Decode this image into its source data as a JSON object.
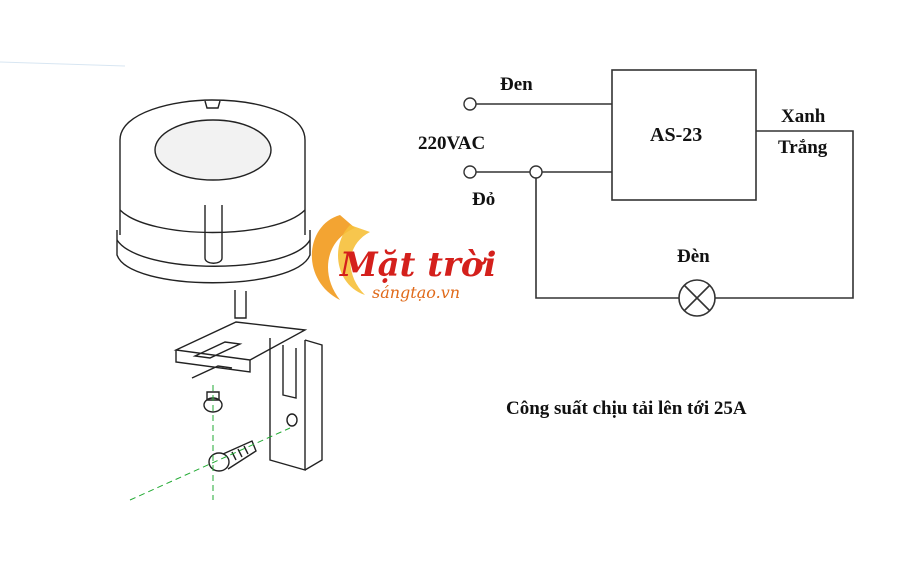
{
  "diagram": {
    "labels": {
      "black_wire": "Đen",
      "voltage": "220VAC",
      "red_wire": "Đỏ",
      "device": "AS-23",
      "blue_wire": "Xanh",
      "white_wire": "Trắng",
      "lamp": "Đèn",
      "caption": "Công suất chịu tải lên tới 25A"
    },
    "logo": {
      "main": "Mặt trời",
      "sub": "sángtạo.vn"
    },
    "colors": {
      "line": "#333333",
      "drawing": "#222222",
      "guide": "#22aa33",
      "logo_red": "#d4201c",
      "logo_orange": "#f29a1c"
    }
  }
}
